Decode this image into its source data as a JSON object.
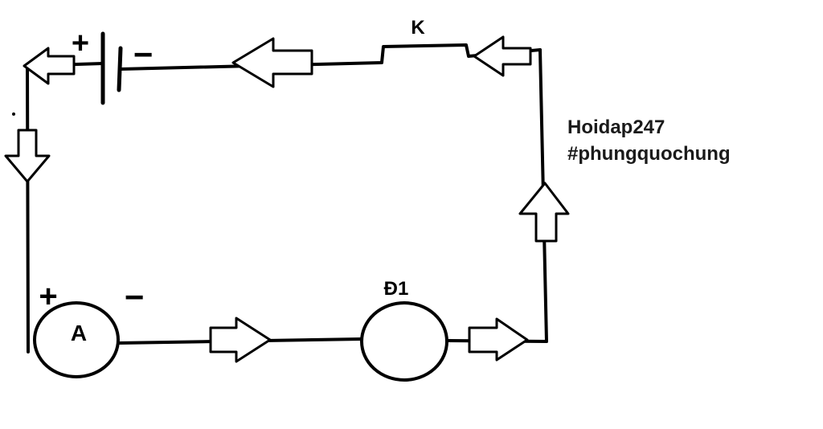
{
  "labels": {
    "switch": "K",
    "lamp": "Đ1",
    "ammeter": "A",
    "battery_positive": "+",
    "battery_negative": "−",
    "ammeter_positive": "+",
    "ammeter_negative": "−"
  },
  "watermark": {
    "line1": "Hoidap247",
    "line2": "#phungquochung"
  }
}
